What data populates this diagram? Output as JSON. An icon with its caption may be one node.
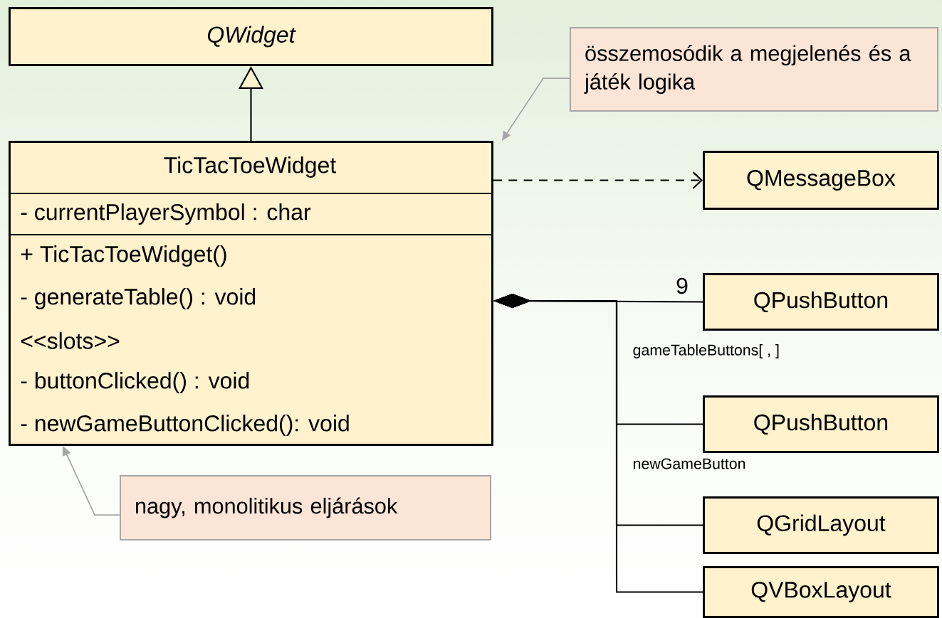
{
  "diagram": {
    "nodes": [
      {
        "text": [
          "QWidget"
        ]
      },
      {
        "text": [
          "TicTacToeWidget",
          "- currentPlayerSymbol : char",
          "+ TicTacToeWidget()",
          "- generateTable() : void",
          "<<slots>>",
          "- buttonClicked() : void",
          "- newGameButtonClicked(): void"
        ]
      },
      {
        "text": [
          "összemosódik a megjelenés és a játék logika"
        ]
      },
      {
        "text": [
          "QMessageBox"
        ]
      },
      {
        "text": [
          "QPushButton"
        ]
      },
      {
        "text": [
          "QPushButton"
        ]
      },
      {
        "text": [
          "QGridLayout"
        ]
      },
      {
        "text": [
          "QVBoxLayout"
        ]
      },
      {
        "text": [
          "nagy, monolitikus eljárások"
        ]
      }
    ],
    "edges": [
      {
        "from": 1,
        "to": 0,
        "arrow": "to"
      },
      {
        "from": 1,
        "to": 3,
        "arrow": "to",
        "style": "dashed"
      },
      {
        "from": 1,
        "to": 4,
        "arrow": "other",
        "label": "gameTableButtons[ , ]"
      },
      {
        "from": 1,
        "to": 5,
        "arrow": "other",
        "label": "newGameButton"
      },
      {
        "from": 1,
        "to": 6,
        "arrow": "other"
      },
      {
        "from": 1,
        "to": 7,
        "arrow": "other"
      },
      {
        "from": 2,
        "to": 1,
        "arrow": "to",
        "color": "#a6a6a6"
      },
      {
        "from": 8,
        "to": 1,
        "arrow": "to",
        "color": "#a6a6a6"
      }
    ],
    "labels": [
      "9"
    ]
  }
}
